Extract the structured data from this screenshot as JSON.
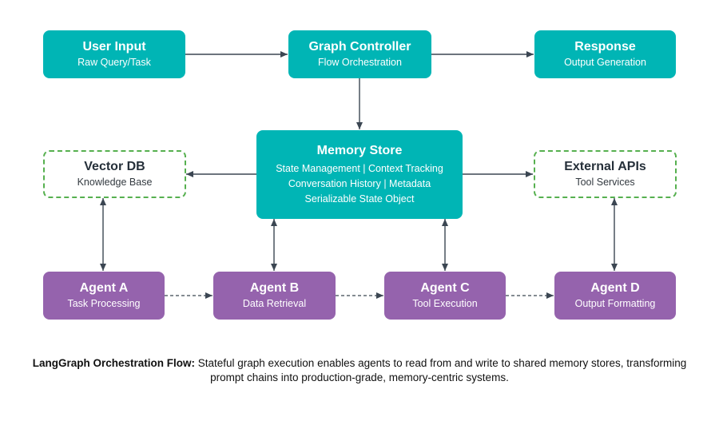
{
  "nodes": {
    "user_input": {
      "title": "User Input",
      "subtitle": "Raw Query/Task"
    },
    "graph_controller": {
      "title": "Graph Controller",
      "subtitle": "Flow Orchestration"
    },
    "response": {
      "title": "Response",
      "subtitle": "Output Generation"
    },
    "memory_store": {
      "title": "Memory Store",
      "lines": [
        "State Management | Context Tracking",
        "Conversation History | Metadata",
        "Serializable State Object"
      ]
    },
    "vector_db": {
      "title": "Vector DB",
      "subtitle": "Knowledge Base"
    },
    "external_apis": {
      "title": "External APIs",
      "subtitle": "Tool Services"
    },
    "agent_a": {
      "title": "Agent A",
      "subtitle": "Task Processing"
    },
    "agent_b": {
      "title": "Agent B",
      "subtitle": "Data Retrieval"
    },
    "agent_c": {
      "title": "Agent C",
      "subtitle": "Tool Execution"
    },
    "agent_d": {
      "title": "Agent D",
      "subtitle": "Output Formatting"
    }
  },
  "caption": {
    "bold": "LangGraph Orchestration Flow:",
    "text": " Stateful graph execution enables agents to read from and write to shared memory stores, transforming prompt chains into production-grade, memory-centric systems."
  },
  "colors": {
    "teal": "#00b5b5",
    "purple": "#9563ad",
    "dashed_border": "#56b04f",
    "arrow": "#3b4652"
  }
}
